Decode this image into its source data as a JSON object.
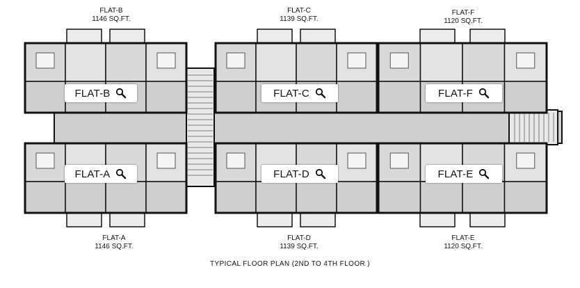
{
  "flats": [
    {
      "id": "b",
      "button_label": "FLAT-B",
      "area_title": "FLAT-B",
      "area_size": "1146 SQ.FT."
    },
    {
      "id": "c",
      "button_label": "FLAT-C",
      "area_title": "FLAT-C",
      "area_size": "1139 SQ.FT."
    },
    {
      "id": "f",
      "button_label": "FLAT-F",
      "area_title": "FLAT-F",
      "area_size": "1120 SQ.FT."
    },
    {
      "id": "a",
      "button_label": "FLAT-A",
      "area_title": "FLAT-A",
      "area_size": "1146 SQ.FT."
    },
    {
      "id": "d",
      "button_label": "FLAT-D",
      "area_title": "FLAT-D",
      "area_size": "1139 SQ.FT."
    },
    {
      "id": "e",
      "button_label": "FLAT-E",
      "area_title": "FLAT-E",
      "area_size": "1120 SQ.FT."
    }
  ],
  "caption": "TYPICAL FLOOR PLAN (2ND TO 4TH FLOOR )",
  "icon": "magnifier-icon",
  "colors": {
    "wall": "#111111",
    "room_fill": "#d9d9d9",
    "corridor_fill": "#cfcfcf",
    "balcony_fill": "#e6e6e6",
    "button_bg": "#ffffff"
  }
}
